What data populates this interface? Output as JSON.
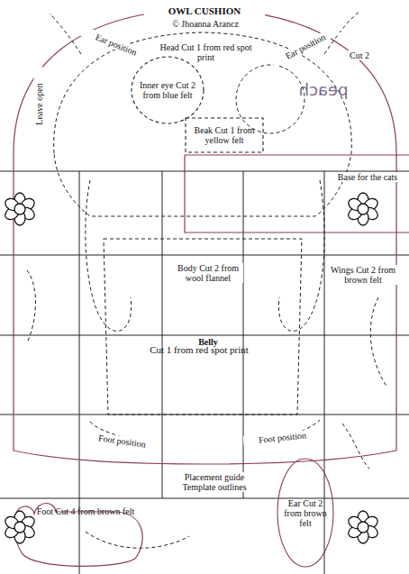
{
  "diagram": {
    "title": "OWL CUSHION",
    "nodes": [
      {
        "text": [
          "Inner eye Cut 2 from blue felt"
        ]
      },
      {
        "text": [
          "Beak Cut 1 from yellow felt"
        ]
      },
      {
        "text": [
          "Foot Cut 4 from brown felt"
        ]
      },
      {
        "text": [
          "Ear Cut 2 from brown felt"
        ]
      }
    ],
    "labels": [
      "© Jhoanna Arancz",
      "Ear position",
      "Ear position",
      "Head Cut 1 from red spot print",
      "Cut 2",
      "peach",
      "Leave open",
      "Base for the cats",
      "Body Cut 2 from wool flannel",
      "Wings Cut 2 from brown felt",
      "Belly",
      "Cut 1 from red spot print",
      "Foot position",
      "Foot position",
      "Placement guide Template outlines"
    ]
  }
}
